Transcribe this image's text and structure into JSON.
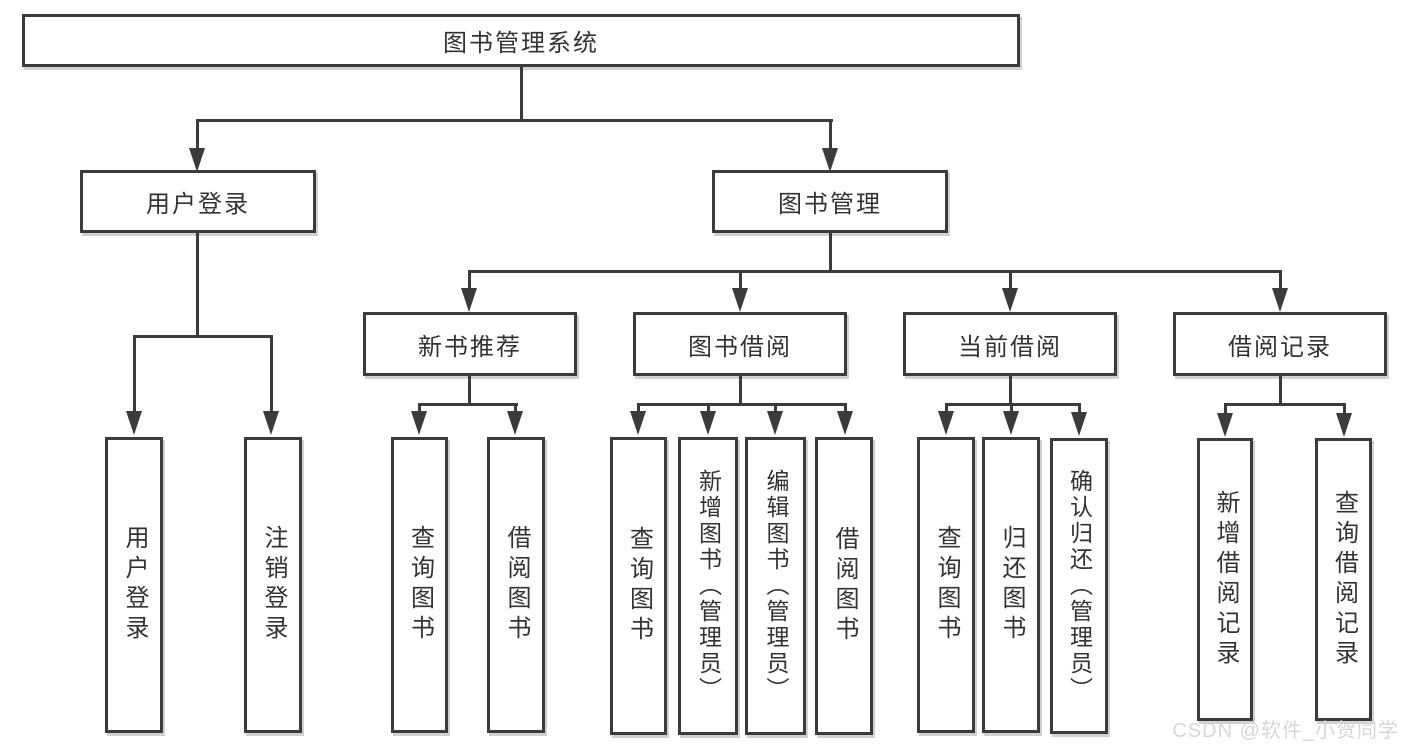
{
  "diagram": {
    "title": "图书管理系统",
    "nodes": {
      "root": "图书管理系统",
      "user_login": "用户登录",
      "book_management": "图书管理",
      "new_book_recommend": "新书推荐",
      "book_borrowing": "图书借阅",
      "current_borrowing": "当前借阅",
      "borrowing_records": "借阅记录",
      "leaf_user_login": "用户登录",
      "leaf_logout": "注销登录",
      "leaf_query_books_recommend": "查询图书",
      "leaf_borrow_books_recommend": "借阅图书",
      "leaf_query_books_borrowing": "查询图书",
      "leaf_add_books_admin": "新增图书（管理员）",
      "leaf_edit_books_admin": "编辑图书（管理员）",
      "leaf_borrow_books_borrowing": "借阅图书",
      "leaf_query_books_current": "查询图书",
      "leaf_return_books": "归还图书",
      "leaf_confirm_return_admin": "确认归还（管理员）",
      "leaf_add_borrow_record": "新增借阅记录",
      "leaf_query_borrow_record": "查询借阅记录"
    },
    "hierarchy": {
      "图书管理系统": {
        "用户登录": [
          "用户登录",
          "注销登录"
        ],
        "图书管理": {
          "新书推荐": [
            "查询图书",
            "借阅图书"
          ],
          "图书借阅": [
            "查询图书",
            "新增图书（管理员）",
            "编辑图书（管理员）",
            "借阅图书"
          ],
          "当前借阅": [
            "查询图书",
            "归还图书",
            "确认归还（管理员）"
          ],
          "借阅记录": [
            "新增借阅记录",
            "查询借阅记录"
          ]
        }
      }
    }
  },
  "watermark": "CSDN @软件_小贺同学",
  "colors": {
    "line": "#3b3b3b",
    "text": "#333333",
    "box_background": "#ffffff",
    "watermark": "#d7d7d7"
  }
}
